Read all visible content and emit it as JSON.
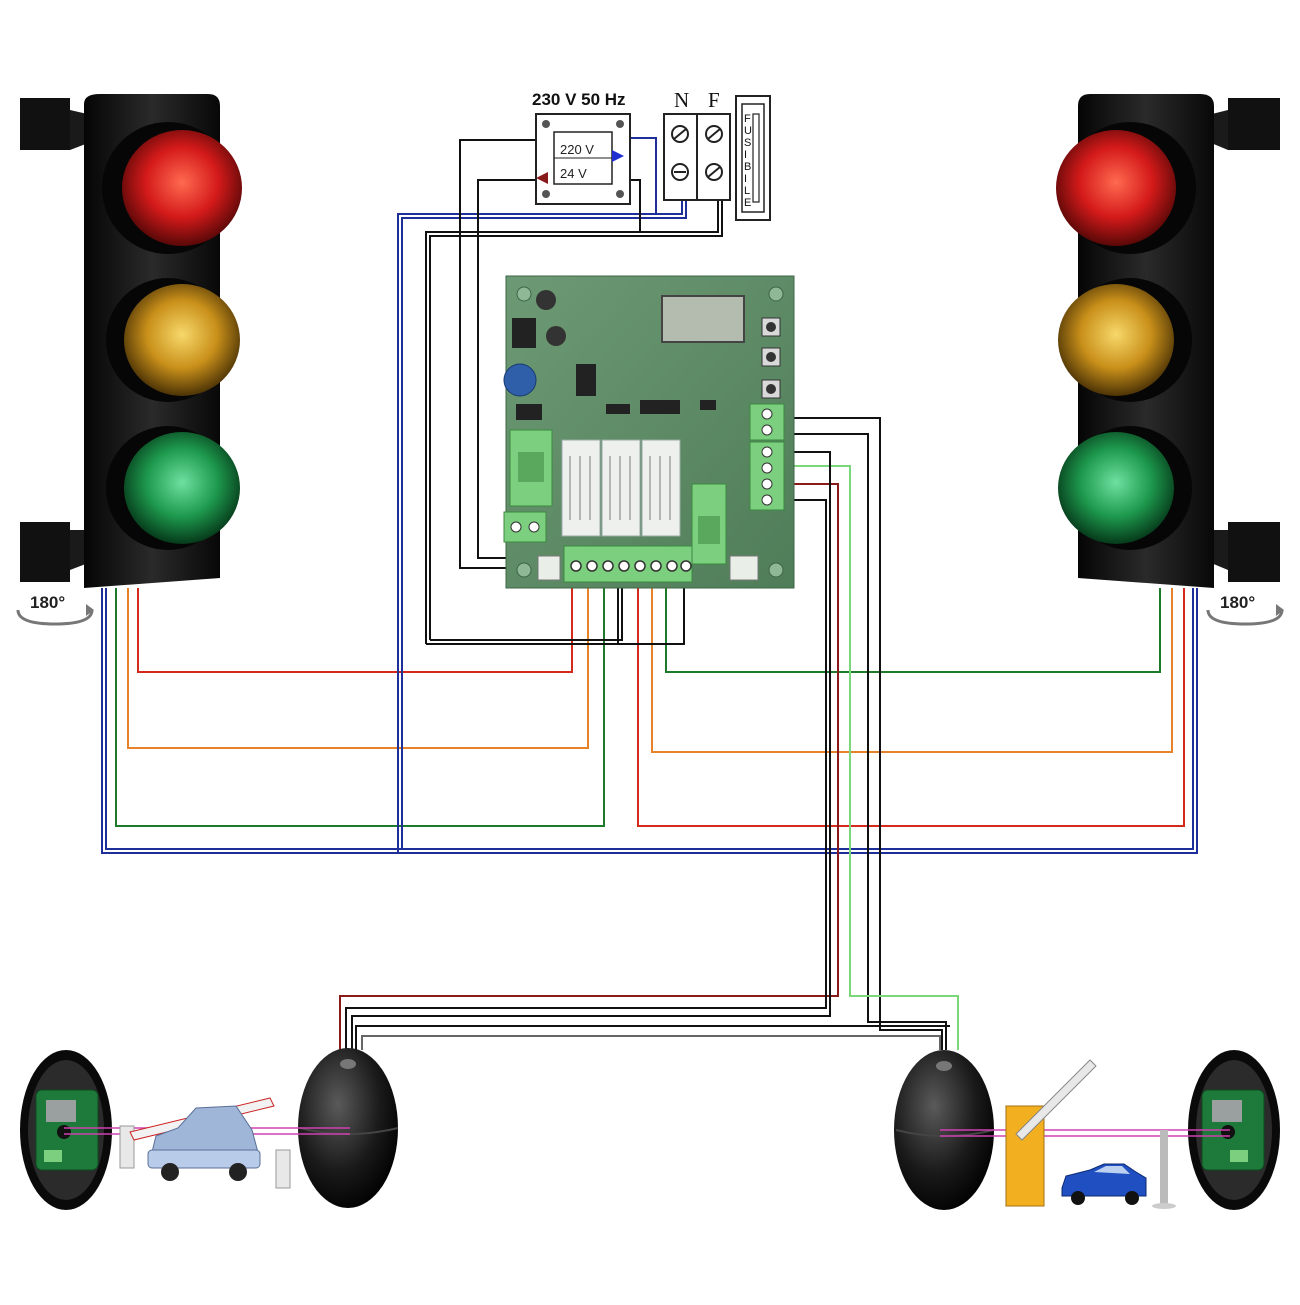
{
  "supply": {
    "title": "230 V 50 Hz",
    "primary_label": "220 V",
    "secondary_label": "24 V"
  },
  "terminals": {
    "neutral_label": "N",
    "phase_label": "F",
    "fuse_label": [
      "F",
      "U",
      "S",
      "I",
      "B",
      "I",
      "L",
      "E"
    ]
  },
  "traffic_lights": {
    "left_rotation": "180°",
    "right_rotation": "180°"
  },
  "colors": {
    "wire_black": "#111111",
    "wire_blue": "#1f2f9a",
    "wire_red": "#d42a1c",
    "wire_orange": "#e6822a",
    "wire_green": "#1e7a2a",
    "wire_light_green": "#7cd67c",
    "wire_dark_red": "#8a1a1a",
    "board_green": "#5c8a64",
    "relay_white": "#eef0ee",
    "lamp_red": "#d41a1a",
    "lamp_yellow": "#d9a21a",
    "lamp_green": "#1e9a4e",
    "photocell_beam": "#d040b0"
  },
  "icons": {
    "rotation": "rotate-arrow-icon",
    "car": "car-icon",
    "barrier": "barrier-gate-icon"
  }
}
